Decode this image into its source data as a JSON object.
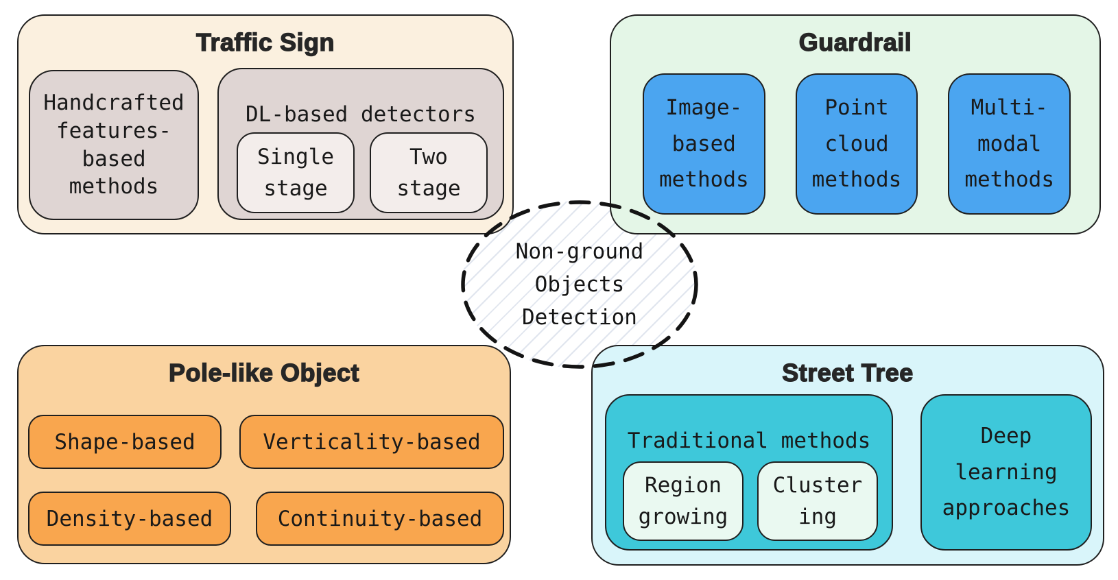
{
  "colors": {
    "page_bg": "#ffffff",
    "outline": "#1f1f1f",
    "traffic_panel_bg": "#FBF0DF",
    "traffic_node_bg": "#DFD5D3",
    "traffic_subnode_bg": "#F3EDEB",
    "guardrail_panel_bg": "#E4F6E7",
    "guardrail_node_bg": "#4BA5F0",
    "pole_panel_bg": "#FAD3A0",
    "pole_node_bg": "#F9A64E",
    "street_panel_bg": "#D9F5FA",
    "street_node_bg": "#3EC8DA",
    "street_subnode_bg": "#EAF9F1",
    "hatch_line": "#e0e5ee"
  },
  "center": {
    "label": "Non-ground\nObjects\nDetection"
  },
  "traffic_sign": {
    "title": "Traffic Sign",
    "handcrafted": "Handcrafted\nfeatures-\nbased\nmethods",
    "dl_label": "DL-based detectors",
    "single_stage": "Single\nstage",
    "two_stage": "Two\nstage"
  },
  "guardrail": {
    "title": "Guardrail",
    "image_based": "Image-\nbased\nmethods",
    "point_cloud": "Point\ncloud\nmethods",
    "multi_modal": "Multi-\nmodal\nmethods"
  },
  "pole": {
    "title": "Pole-like Object",
    "shape": "Shape-based",
    "verticality": "Verticality-based",
    "density": "Density-based",
    "continuity": "Continuity-based"
  },
  "street_tree": {
    "title": "Street Tree",
    "traditional_label": "Traditional methods",
    "region_growing": "Region\ngrowing",
    "clustering": "Cluster\ning",
    "deep_learning": "Deep\nlearning\napproaches"
  }
}
